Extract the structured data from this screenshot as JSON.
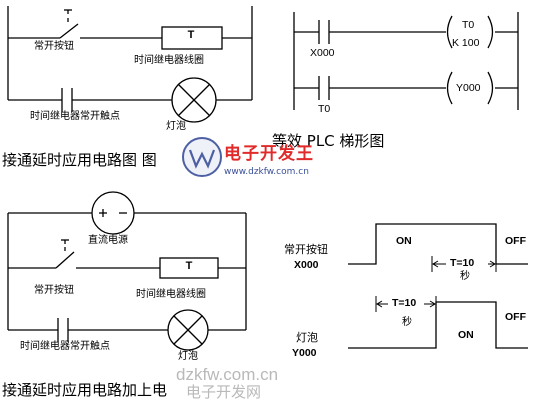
{
  "top_left_circuit": {
    "switch_label": "常开按钮",
    "coil_symbol": "T",
    "coil_label": "时间继电器线圈",
    "contact_label": "时间继电器常开触点",
    "lamp_label": "灯泡",
    "caption": "接通延时应用电路图 图"
  },
  "plc_ladder": {
    "input_contact": "X000",
    "timer_name": "T0",
    "timer_setting": "K 100",
    "timer_contact": "T0",
    "output_coil": "Y000",
    "caption": "等效 PLC 梯形图"
  },
  "bottom_left_circuit": {
    "supply_label": "直流电源",
    "switch_label": "常开按钮",
    "coil_symbol": "T",
    "coil_label": "时间继电器线圈",
    "contact_label": "时间继电器常开触点",
    "lamp_label": "灯泡",
    "caption": "接通延时应用电路加上电"
  },
  "timing_diagram": {
    "signal_1_name": "常开按钮",
    "signal_1_id": "X000",
    "signal_1_on": "ON",
    "signal_1_off": "OFF",
    "delay_1": "T=10",
    "delay_1_unit": "秒",
    "signal_2_name": "灯泡",
    "signal_2_id": "Y000",
    "signal_2_on": "ON",
    "signal_2_off": "OFF",
    "delay_2": "T=10",
    "delay_2_unit": "秒"
  },
  "watermarks": {
    "brand_cn": "电子开发王",
    "site_small": "www.dzkfw.com.cn",
    "site_large": "dzkfw.com.cn",
    "site_cn": "电子开发网"
  },
  "colors": {
    "line": "#000000",
    "watermark_gray": "#b9b9b9",
    "brand_red": "#e12a2a",
    "brand_blue": "#3a4f9a"
  }
}
